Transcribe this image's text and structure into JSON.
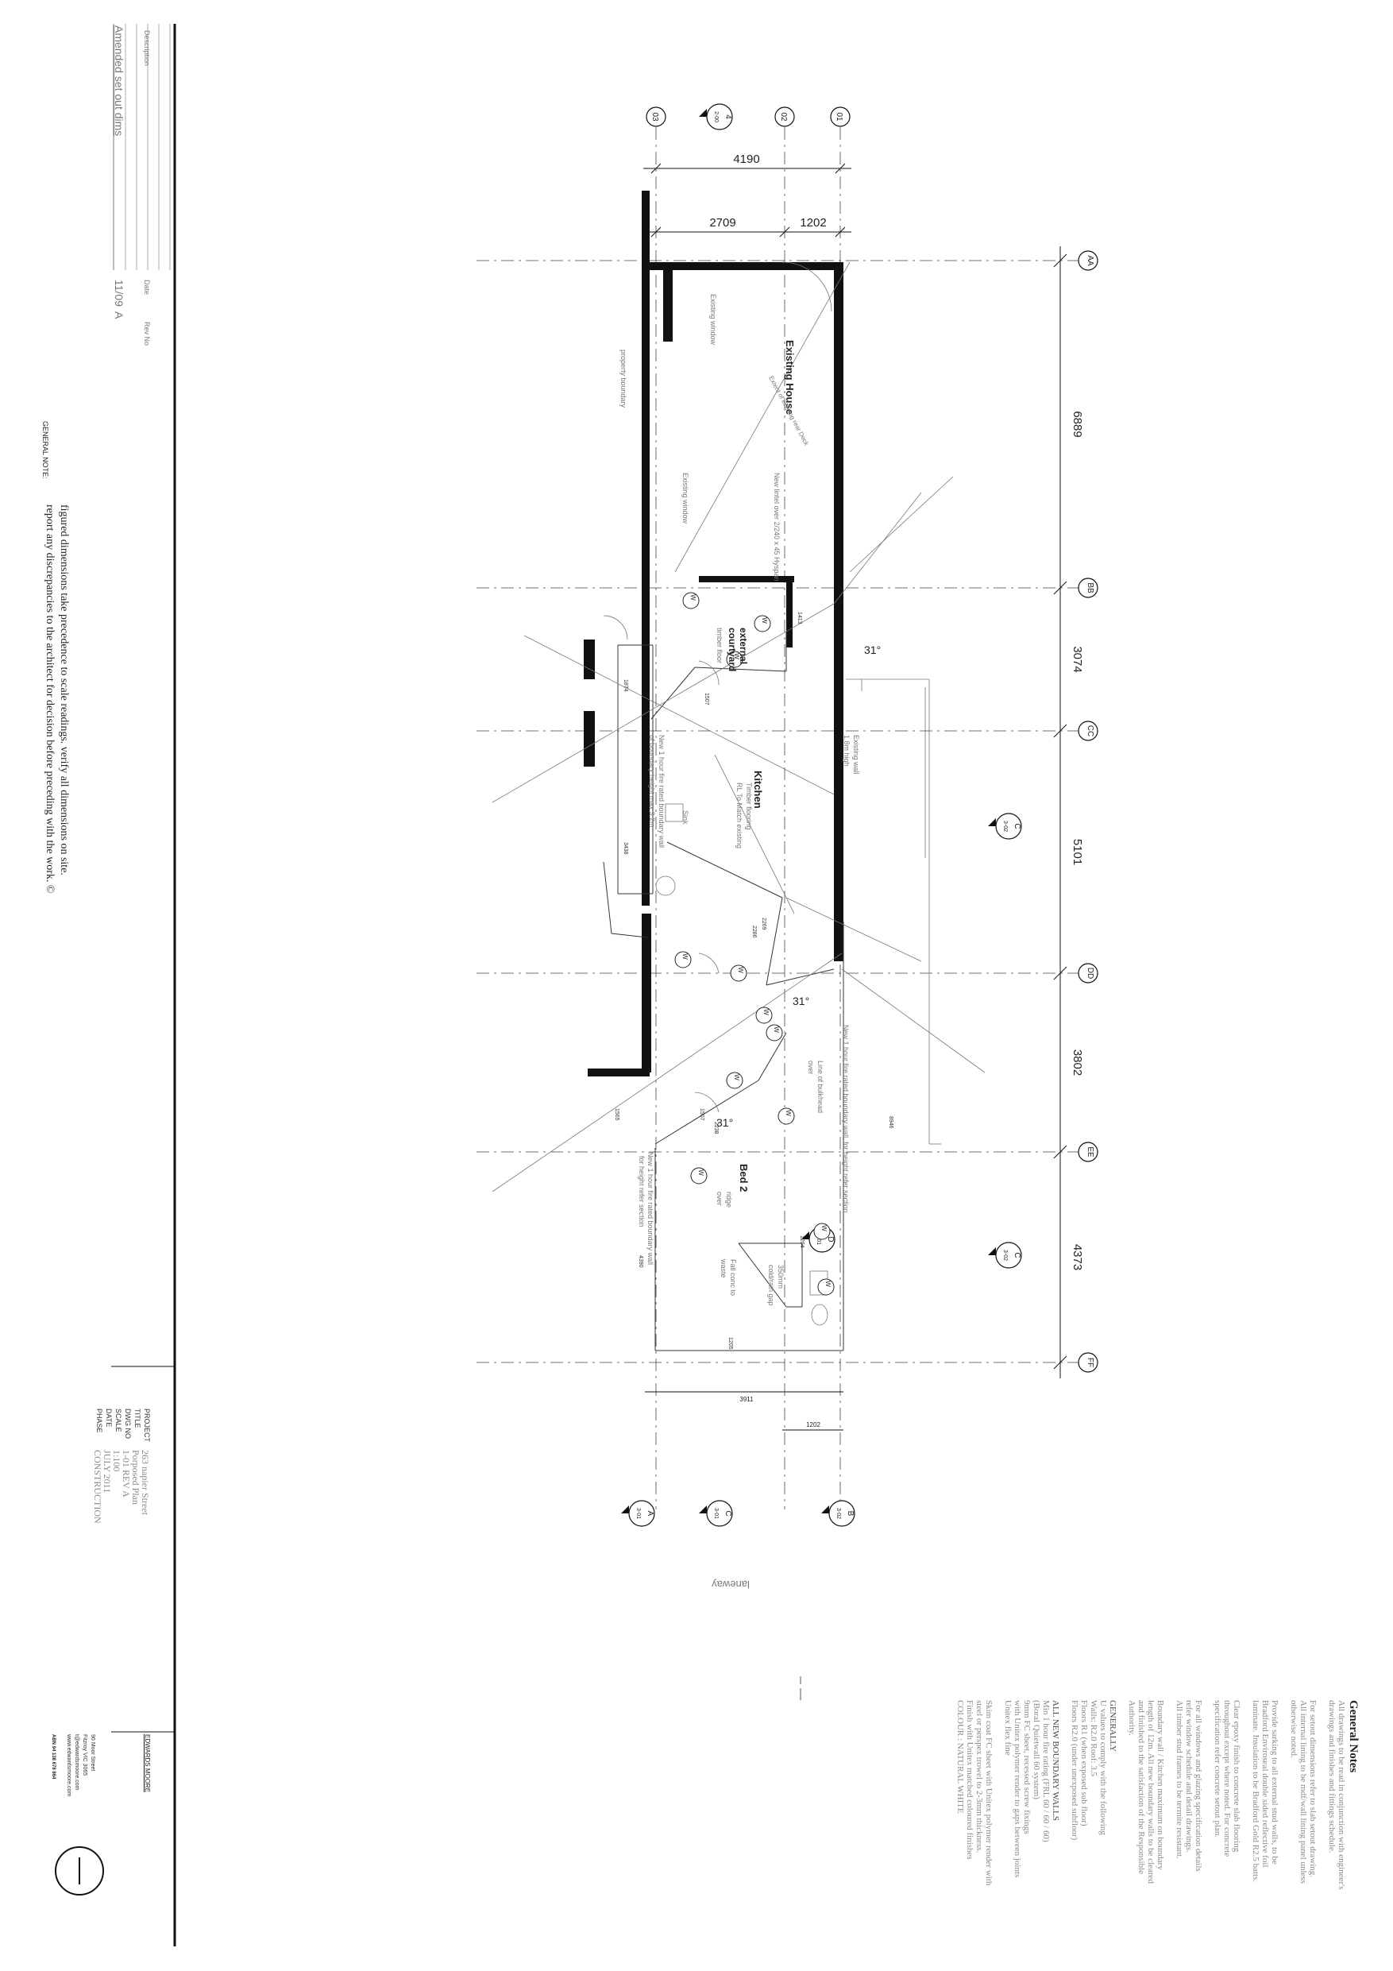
{
  "revision_block": {
    "desc_header": "Description",
    "date_header": "Date",
    "rev_header": "Rev No",
    "rows": [
      {
        "desc": "Amended set out dims",
        "date": "11/09",
        "rev": "A"
      }
    ]
  },
  "general_note": {
    "label": "GENERAL NOTE:",
    "line1": "figured dimensions take precedence to scale readings. verify all dimensions on site.",
    "line2": "report any discrepancies to the architect for decision before preceding with the work. ©"
  },
  "project_info": {
    "labels": [
      "PROJECT",
      "TITLE",
      "DWG NO",
      "SCALE",
      "DATE",
      "PHASE"
    ],
    "values": [
      "263 napier Street",
      "Porposed Plan",
      "1-01 REV A",
      "1:100",
      "JULY 2011",
      "CONSTRUCTION"
    ]
  },
  "firm": {
    "name": "EDWARDS MOORE",
    "address": [
      "90 Moor Street",
      "Fitzroy VIC 3065",
      "t@edwardsmoore.com",
      "www.edwardsmoore.com"
    ],
    "abn": "ABN 94 138 678 864"
  },
  "general_notes": {
    "heading": "General Notes",
    "paras": [
      [
        "All drawings to be read in conjunction with engineer's",
        "drawings and finishes and fittings schedule."
      ],
      [
        "For setout dimensions refer to slab setout drawing.",
        "All internal lining to be mdf/wall lining panel unless",
        "otherwise noted."
      ],
      [
        "Provide sarking to all external stud walls, to be",
        "Bradford Enviroseal double sided reflective foil",
        "laminate. Insulation to be Bradford Gold R2.5 batts."
      ],
      [
        "Clear epoxy finish to concrete slab flooring",
        "throughout except where noted. For concrete",
        "specification refer concrete setout plan."
      ],
      [
        "For all windows and glazing specification details",
        "refer window schedule and detail drawings.",
        "All timber stud frames to be termite resistant."
      ],
      [
        "Boundary wall / Kitchen maximum on boundary",
        "length of 12m. All new boundary walls to be cleared",
        "and finished to the satisfaction of the Responsible",
        "Authority."
      ],
      [
        "GENERALLY",
        "U values to comply with the following",
        "Walls: R2.0   Roof: 3.5",
        "Floors R1 (when exposed sub floor)",
        "Floors R2.0 (under unexposed subfloor)"
      ],
      [
        "ALL NEW BOUNDARY WALLS",
        "Min 1 hour fire rating (FRL 60 / 60 / 60)",
        "(Boral Quietwall 60 system)",
        "9mm FC sheet, recessed screw fixings",
        "with Unitex polymer render to gaps between joints",
        "Unitex flex fine"
      ],
      [
        "Skim coat FC sheet with Unitex polymer render with",
        "steel or perspex trowel to 2-3mm thickness.",
        "Finish with Unitex matched coloured finishes",
        "COLOUR : NATURAL WHITE"
      ]
    ]
  },
  "grid": {
    "letters": [
      "AA",
      "BB",
      "CC",
      "DD",
      "EE",
      "FF"
    ],
    "numbers": [
      "03",
      "02",
      "01"
    ],
    "spacings": [
      "6889",
      "3074",
      "5101",
      "3802",
      "4373"
    ],
    "top_dims": [
      "4190",
      "2709",
      "1202"
    ],
    "bottom_dims": [
      "3911",
      "1202"
    ]
  },
  "rooms": {
    "existing_house": "Existing House",
    "external_courtyard": "external\ncourtyard",
    "kitchen": "Kitchen",
    "bed2": "Bed 2"
  },
  "annotations": {
    "laneway": "laneway",
    "property_boundary": "property boundary",
    "existing_window_1": "Existing window",
    "existing_window_2": "Existing window",
    "new_lintel": "New lintel over 2/240 x 45 Hyspan",
    "extent_existing": "Extent of existing rear Deck",
    "timber_floor": "timber floor",
    "timber_flooring": "Timber flooring",
    "rl_match": "RL To Match existing",
    "new_1hr_wall_1": "New 1 hour fire rated boundary wall",
    "new_1hr_wall_1b": "of boundary height max 3.2m",
    "new_1hr_wall_2": "New 1 hour fire rated boundary wall, for height refer section",
    "new_1hr_wall_3": "New 1 hour fire rated boundary wall",
    "new_1hr_wall_3b": "for height refer section",
    "line_bulkhead": "Line of bulkhead",
    "line_bulkhead_b": "over",
    "ridge": "ridge",
    "over": "over",
    "fall_waste": "Fall conc to",
    "fall_waste_b": "waste",
    "existing_wall": "Existing wall",
    "existing_wall_b": "1.8m high",
    "sink": "Sink",
    "angle_31a": "31°",
    "angle_31b": "31°",
    "angle_31c": "31°",
    "gap": "350mm",
    "gap_b": "cold/rain gap",
    "small_dims": [
      "1413",
      "1874",
      "3438",
      "2269",
      "2286",
      "1507",
      "1507",
      "2238",
      "1204",
      "1205",
      "4390",
      "1565",
      "8946"
    ]
  },
  "window_tags": [
    "W",
    "W",
    "W",
    "W",
    "W",
    "W",
    "W",
    "W",
    "W",
    "W",
    "W",
    "W"
  ],
  "section_markers": [
    {
      "letter": "A",
      "sheet": "3-01"
    },
    {
      "letter": "C",
      "sheet": "3-01"
    },
    {
      "letter": "B",
      "sheet": "3-02"
    },
    {
      "letter": "4",
      "sheet": "2-00"
    },
    {
      "letter": "C",
      "sheet": "3-02"
    },
    {
      "letter": "C",
      "sheet": "3-02"
    },
    {
      "letter": "D",
      "sheet": "4-01"
    }
  ]
}
